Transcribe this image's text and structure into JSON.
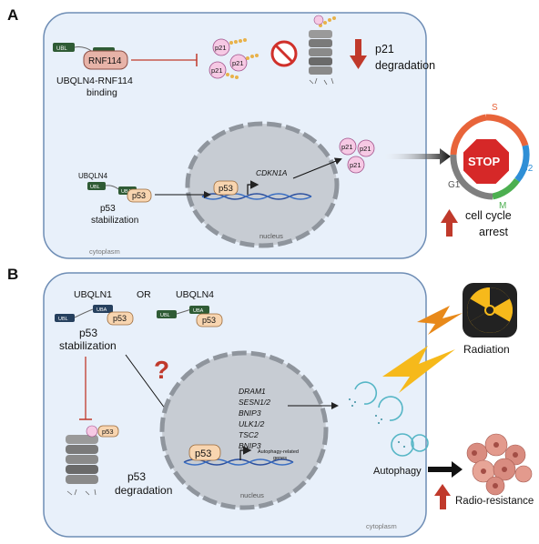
{
  "panel_a": {
    "letter": "A",
    "ubl": "UBL",
    "uba": "UBA",
    "rnf114": "RNF114",
    "binding_line1": "UBQLN4-RNF114",
    "binding_line2": "binding",
    "p21": "p21",
    "p21_degradation_line1": "p21",
    "p21_degradation_line2": "degradation",
    "ubqln4": "UBQLN4",
    "p53": "p53",
    "stab_line1": "p53",
    "stab_line2": "stabilization",
    "cdkn1a": "CDKN1A",
    "nucleus": "nucleus",
    "cytoplasm": "cytoplasm",
    "cycle": {
      "s": "S",
      "g2": "G2",
      "m": "M",
      "g1": "G1",
      "stop": "STOP"
    },
    "arrest_line1": "cell cycle",
    "arrest_line2": "arrest"
  },
  "panel_b": {
    "letter": "B",
    "ubqln1": "UBQLN1",
    "or": "OR",
    "ubqln4": "UBQLN4",
    "ubl": "UBL",
    "uba": "UBA",
    "p53": "p53",
    "stab_line1": "p53",
    "stab_line2": "stabilization",
    "question": "?",
    "genes": [
      "DRAM1",
      "SESN1/2",
      "BNIP3",
      "ULK1/2",
      "TSC2",
      "BNIP3"
    ],
    "autophagy_genes_line1": "Autophagy-related",
    "autophagy_genes_line2": "genes",
    "nucleus": "nucleus",
    "cytoplasm": "cytoplasm",
    "radiation": "Radiation",
    "autophagy": "Autophagy",
    "radio_resistance": "Radio-resistance",
    "degradation_line1": "p53",
    "degradation_line2": "degradation"
  },
  "colors": {
    "cell_fill": "#e8f0fa",
    "cell_stroke": "#6e8db5",
    "nucleus_fill": "#c7ccd3",
    "p21_fill": "#f6c9e4",
    "p53_fill": "#f8d5b0",
    "ubqln_dark_green": "#2f5b35",
    "ubqln_dark_blue": "#26405e",
    "red_arrow": "#c0392b",
    "s_phase": "#e8643a",
    "g2_phase": "#2f8fd6",
    "m_phase": "#4caf50",
    "g1_phase": "#7f7f7f",
    "radiation_yellow": "#f6b91b",
    "radiation_orange": "#e8891a"
  },
  "icons": [
    "proteasome-icon",
    "no-entry-icon",
    "stop-sign-icon",
    "radiation-hazard-icon",
    "lightning-bolt-icon",
    "autophagosome-icon",
    "tumor-cells-icon",
    "dna-icon"
  ]
}
